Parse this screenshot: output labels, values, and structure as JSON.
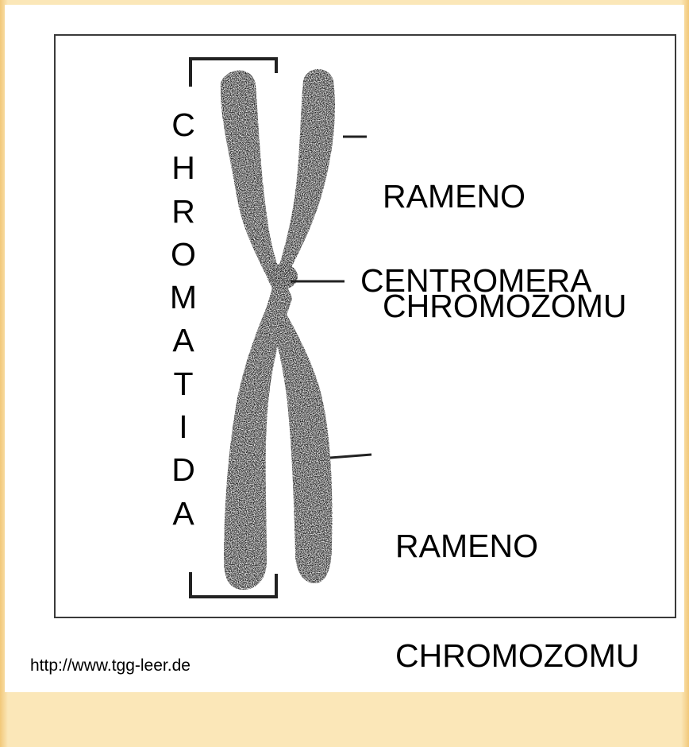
{
  "labels": {
    "chromatid_letters": [
      "C",
      "H",
      "R",
      "O",
      "M",
      "A",
      "T",
      "I",
      "D",
      "A"
    ],
    "arm_top": [
      "RAMENO",
      "CHROMOZOMU"
    ],
    "centromere": "CENTROMERA",
    "arm_bottom": [
      "RAMENO",
      "CHROMOZOMU"
    ]
  },
  "source_url": "http://www.tgg-leer.de"
}
